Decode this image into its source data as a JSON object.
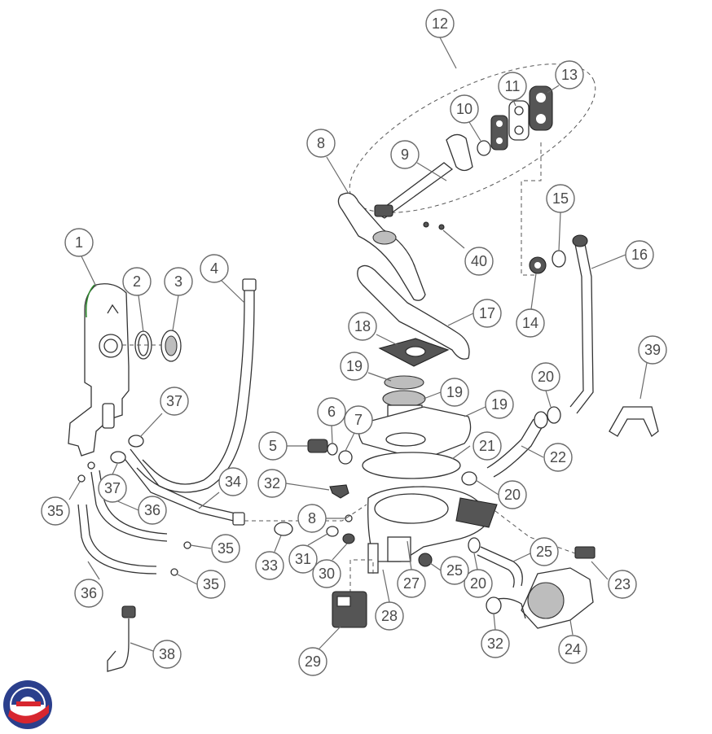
{
  "diagram": {
    "callouts": [
      {
        "id": "c1",
        "label": "1"
      },
      {
        "id": "c2",
        "label": "2"
      },
      {
        "id": "c3",
        "label": "3"
      },
      {
        "id": "c4",
        "label": "4"
      },
      {
        "id": "c5",
        "label": "5"
      },
      {
        "id": "c6",
        "label": "6"
      },
      {
        "id": "c7",
        "label": "7"
      },
      {
        "id": "c8a",
        "label": "8"
      },
      {
        "id": "c8b",
        "label": "8"
      },
      {
        "id": "c9",
        "label": "9"
      },
      {
        "id": "c10",
        "label": "10"
      },
      {
        "id": "c11",
        "label": "11"
      },
      {
        "id": "c12",
        "label": "12"
      },
      {
        "id": "c13",
        "label": "13"
      },
      {
        "id": "c14",
        "label": "14"
      },
      {
        "id": "c15",
        "label": "15"
      },
      {
        "id": "c16",
        "label": "16"
      },
      {
        "id": "c17",
        "label": "17"
      },
      {
        "id": "c18",
        "label": "18"
      },
      {
        "id": "c19a",
        "label": "19"
      },
      {
        "id": "c19b",
        "label": "19"
      },
      {
        "id": "c19c",
        "label": "19"
      },
      {
        "id": "c20a",
        "label": "20"
      },
      {
        "id": "c20b",
        "label": "20"
      },
      {
        "id": "c20c",
        "label": "20"
      },
      {
        "id": "c21",
        "label": "21"
      },
      {
        "id": "c22",
        "label": "22"
      },
      {
        "id": "c23",
        "label": "23"
      },
      {
        "id": "c24",
        "label": "24"
      },
      {
        "id": "c25a",
        "label": "25"
      },
      {
        "id": "c25b",
        "label": "25"
      },
      {
        "id": "c27",
        "label": "27"
      },
      {
        "id": "c28",
        "label": "28"
      },
      {
        "id": "c29",
        "label": "29"
      },
      {
        "id": "c30",
        "label": "30"
      },
      {
        "id": "c31",
        "label": "31"
      },
      {
        "id": "c32a",
        "label": "32"
      },
      {
        "id": "c32b",
        "label": "32"
      },
      {
        "id": "c33",
        "label": "33"
      },
      {
        "id": "c34",
        "label": "34"
      },
      {
        "id": "c35a",
        "label": "35"
      },
      {
        "id": "c35b",
        "label": "35"
      },
      {
        "id": "c35c",
        "label": "35"
      },
      {
        "id": "c36a",
        "label": "36"
      },
      {
        "id": "c36b",
        "label": "36"
      },
      {
        "id": "c37a",
        "label": "37"
      },
      {
        "id": "c37b",
        "label": "37"
      },
      {
        "id": "c38",
        "label": "38"
      },
      {
        "id": "c39",
        "label": "39"
      },
      {
        "id": "c40",
        "label": "40"
      }
    ]
  },
  "logo": {
    "name": "brand-logo-icon",
    "colors": {
      "red": "#d7262f",
      "blue": "#2b3f8c"
    }
  }
}
